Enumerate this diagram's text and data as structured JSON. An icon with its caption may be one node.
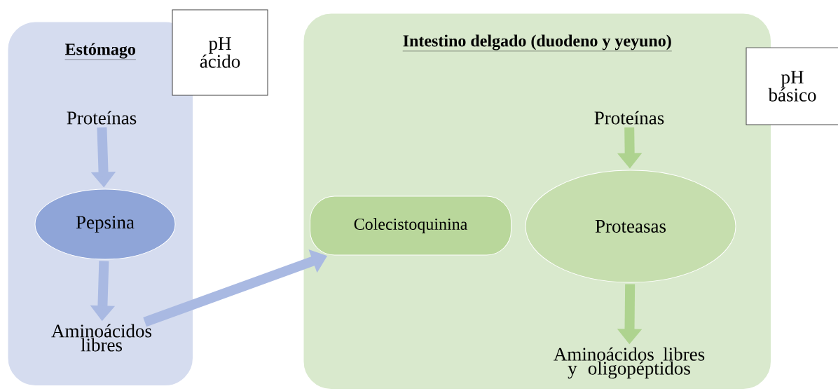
{
  "diagram": {
    "nodes": [
      {
        "text": [
          "Estómago"
        ]
      },
      {
        "text": [
          "pH ácido"
        ]
      },
      {
        "text": [
          "Proteínas"
        ],
        "in": 0
      },
      {
        "text": [
          "Pepsina"
        ],
        "in": 0
      },
      {
        "text": [
          "Aminoácidos libres"
        ],
        "in": 0
      },
      {
        "text": [
          "Intestino delgado (duodeno y yeyuno)"
        ]
      },
      {
        "text": [
          "pH básico"
        ]
      },
      {
        "text": [
          "Proteínas"
        ],
        "in": 5
      },
      {
        "text": [
          "Colecistoquinina"
        ],
        "in": 5
      },
      {
        "text": [
          "Proteasas"
        ],
        "in": 5
      },
      {
        "text": [
          "Aminoácidos libres y oligopéptidos"
        ],
        "in": 5
      }
    ],
    "edges": [
      {
        "from": 2,
        "to": 3,
        "arrow": "to"
      },
      {
        "from": 3,
        "to": 4,
        "arrow": "to"
      },
      {
        "from": 4,
        "to": 8,
        "arrow": "to"
      },
      {
        "from": 7,
        "to": 9,
        "arrow": "to"
      },
      {
        "from": 9,
        "to": 10,
        "arrow": "to"
      }
    ]
  }
}
